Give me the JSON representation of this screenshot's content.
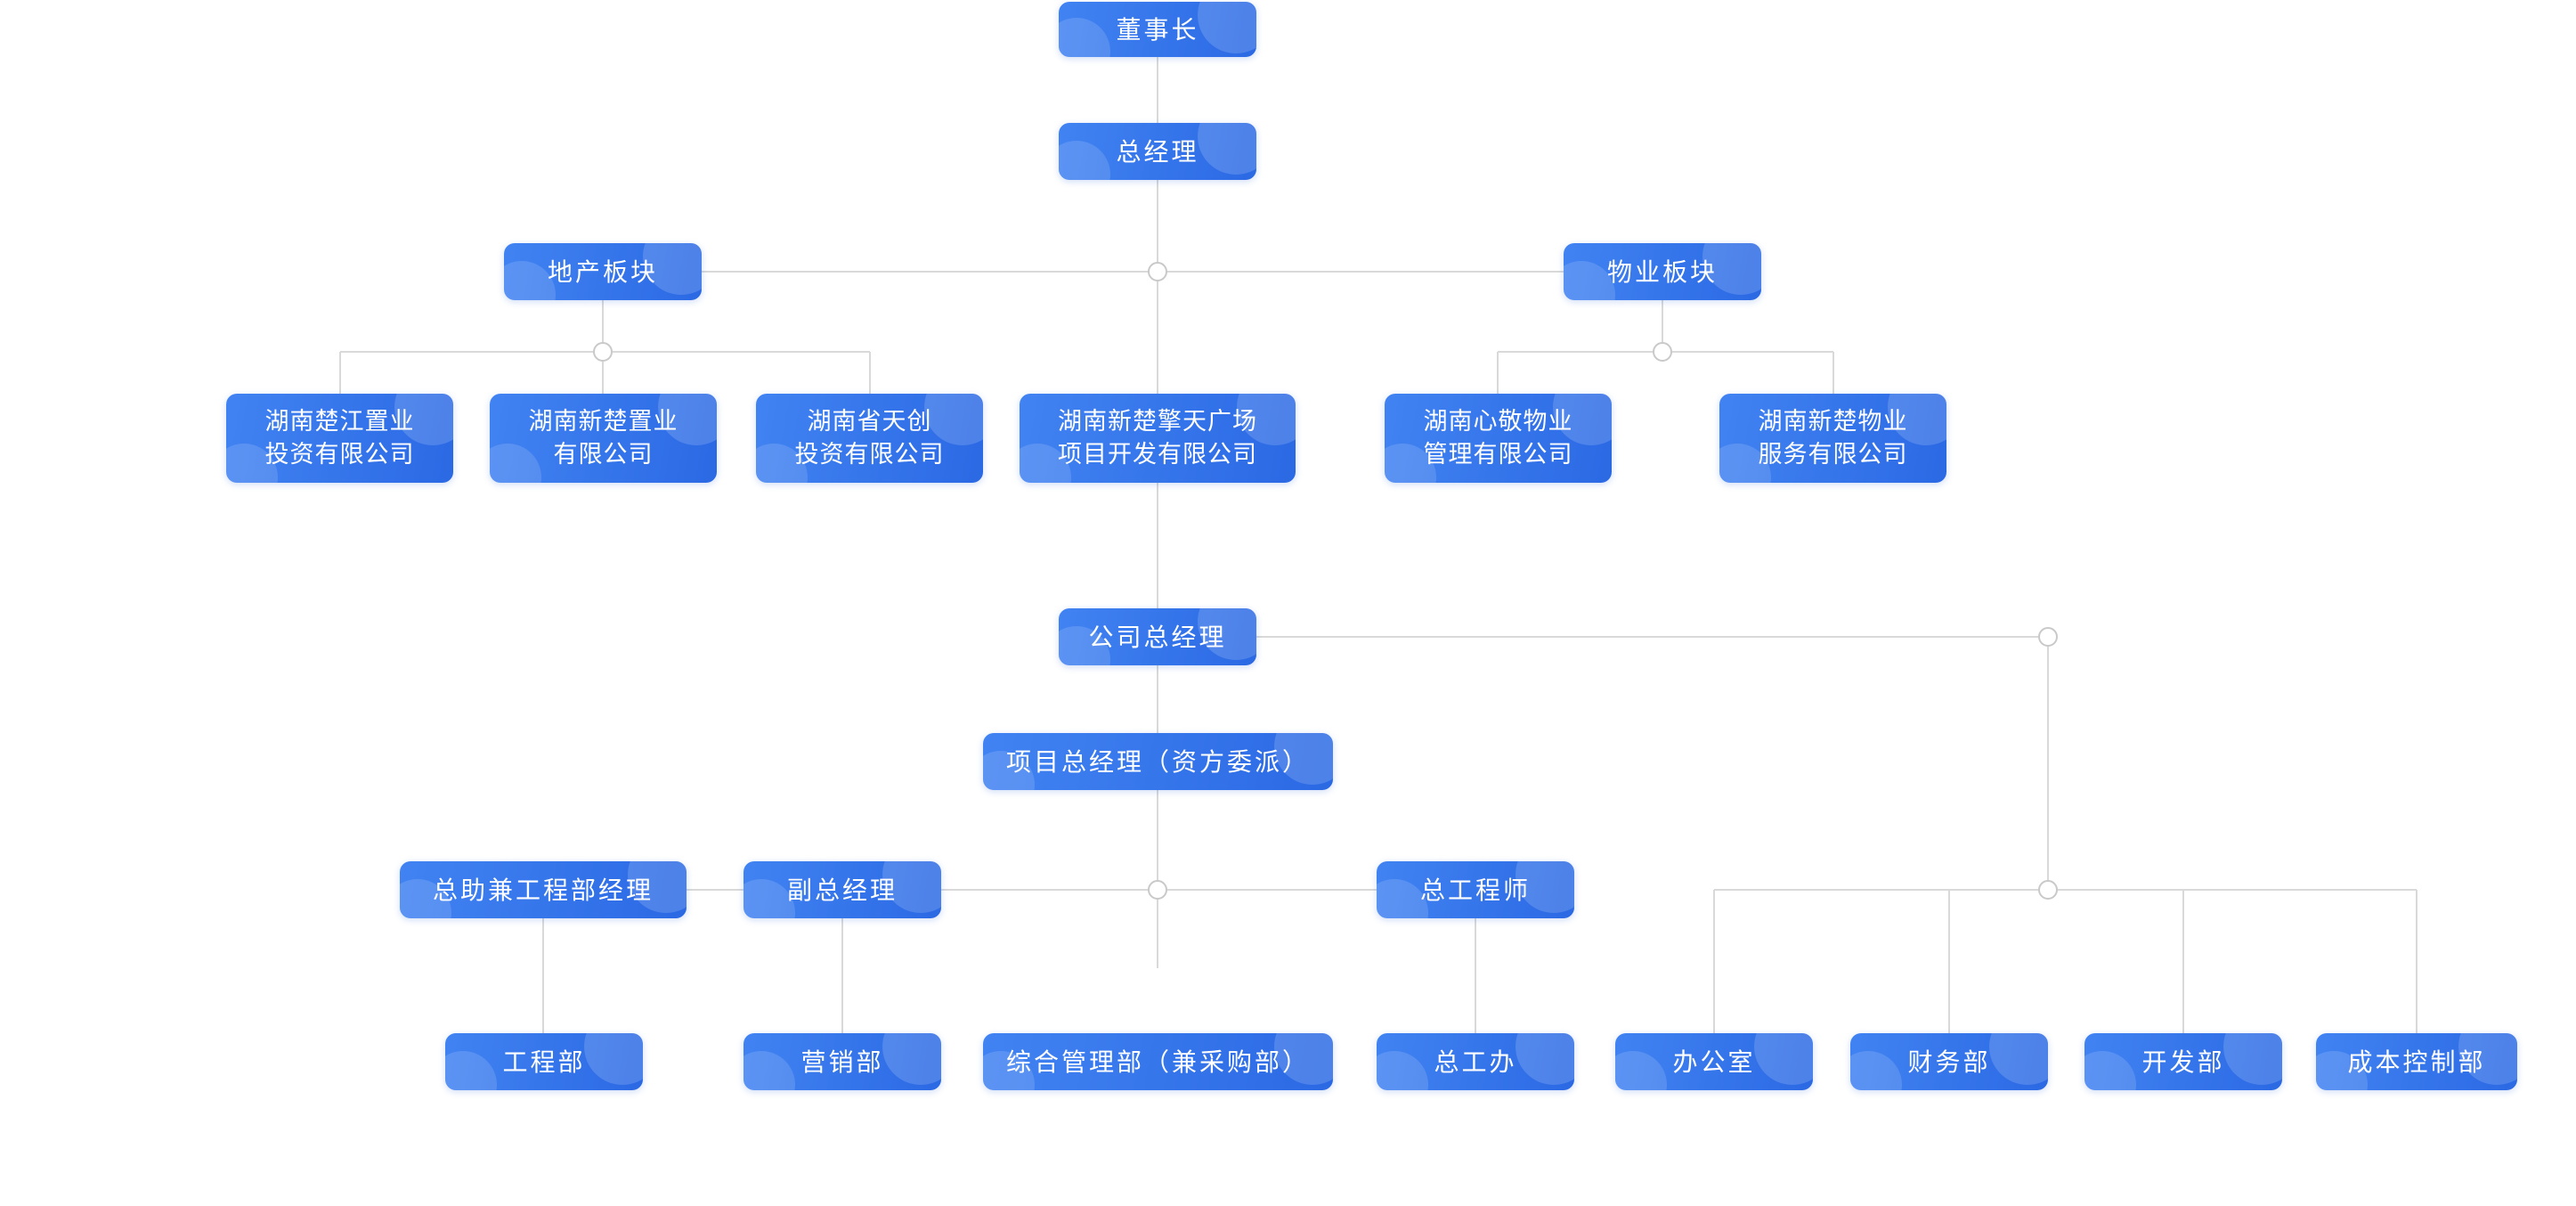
{
  "page": {
    "background": "#ffffff"
  },
  "palette": {
    "node_gradient_start": "#4183f2",
    "node_gradient_end": "#2b69e4",
    "node_text": "#ffffff",
    "connector_line": "#d9d9d9",
    "joint_fill": "#ffffff",
    "joint_border": "#c9c9c9"
  },
  "org_chart": {
    "nodes": {
      "chairman": {
        "label": "董事长"
      },
      "general_manager": {
        "label": "总经理"
      },
      "real_estate_division": {
        "label": "地产板块"
      },
      "property_division": {
        "label": "物业板块"
      },
      "chujiang_investment": {
        "label": "湖南楚江置业\n投资有限公司"
      },
      "xinchu_real_estate": {
        "label": "湖南新楚置业\n有限公司"
      },
      "tianchuang_investment": {
        "label": "湖南省天创\n投资有限公司"
      },
      "qingtian_plaza": {
        "label": "湖南新楚擎天广场\n项目开发有限公司"
      },
      "xinjing_property": {
        "label": "湖南心敬物业\n管理有限公司"
      },
      "xinchu_property": {
        "label": "湖南新楚物业\n服务有限公司"
      },
      "company_gm": {
        "label": "公司总经理"
      },
      "project_gm": {
        "label": "项目总经理（资方委派）"
      },
      "assistant_engineering_manager": {
        "label": "总助兼工程部经理"
      },
      "deputy_gm": {
        "label": "副总经理"
      },
      "chief_engineer": {
        "label": "总工程师"
      },
      "engineering_dept": {
        "label": "工程部"
      },
      "marketing_dept": {
        "label": "营销部"
      },
      "general_admin_dept": {
        "label": "综合管理部（兼采购部）"
      },
      "chief_engineer_office": {
        "label": "总工办"
      },
      "office": {
        "label": "办公室"
      },
      "finance_dept": {
        "label": "财务部"
      },
      "development_dept": {
        "label": "开发部"
      },
      "cost_control_dept": {
        "label": "成本控制部"
      }
    },
    "edges": [
      {
        "from": "chairman",
        "to": "general_manager"
      },
      {
        "from": "general_manager",
        "to": "real_estate_division"
      },
      {
        "from": "general_manager",
        "to": "property_division"
      },
      {
        "from": "general_manager",
        "to": "qingtian_plaza"
      },
      {
        "from": "real_estate_division",
        "to": "chujiang_investment"
      },
      {
        "from": "real_estate_division",
        "to": "xinchu_real_estate"
      },
      {
        "from": "real_estate_division",
        "to": "tianchuang_investment"
      },
      {
        "from": "property_division",
        "to": "xinjing_property"
      },
      {
        "from": "property_division",
        "to": "xinchu_property"
      },
      {
        "from": "qingtian_plaza",
        "to": "company_gm"
      },
      {
        "from": "company_gm",
        "to": "project_gm"
      },
      {
        "from": "company_gm",
        "to": "office"
      },
      {
        "from": "company_gm",
        "to": "finance_dept"
      },
      {
        "from": "company_gm",
        "to": "development_dept"
      },
      {
        "from": "company_gm",
        "to": "cost_control_dept"
      },
      {
        "from": "project_gm",
        "to": "assistant_engineering_manager"
      },
      {
        "from": "project_gm",
        "to": "deputy_gm"
      },
      {
        "from": "project_gm",
        "to": "chief_engineer"
      },
      {
        "from": "assistant_engineering_manager",
        "to": "engineering_dept"
      },
      {
        "from": "deputy_gm",
        "to": "marketing_dept"
      },
      {
        "from": "chief_engineer",
        "to": "chief_engineer_office"
      }
    ]
  }
}
